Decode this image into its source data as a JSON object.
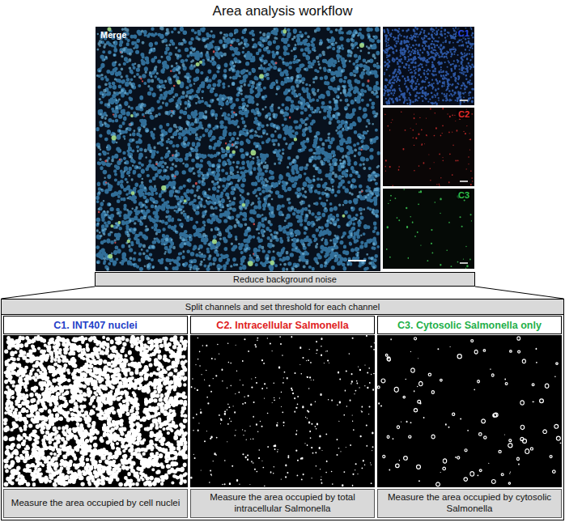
{
  "diagram": {
    "title": "Area analysis workflow",
    "nodes": [
      {
        "text": [
          "Merge"
        ]
      },
      {
        "text": [
          "C1"
        ]
      },
      {
        "text": [
          "C2"
        ]
      },
      {
        "text": [
          "C3"
        ]
      },
      {
        "text": [
          "Reduce background noise"
        ]
      },
      {
        "text": [
          "Split channels and set threshold for each channel"
        ]
      },
      {
        "text": [
          "C1. INT407 nuclei"
        ],
        "in": 5
      },
      {
        "text": [
          "C2. Intracellular Salmonella"
        ],
        "in": 5
      },
      {
        "text": [
          "C3. Cytosolic Salmonella only"
        ],
        "in": 5
      },
      {
        "text": [
          "Measure the area occupied by cell nuclei"
        ],
        "in": 5
      },
      {
        "text": [
          "Measure the area occupied by total intracellular Salmonella"
        ],
        "in": 5
      },
      {
        "text": [
          "Measure the area occupied by cytosolic Salmonella"
        ],
        "in": 5
      }
    ],
    "edges": [
      {
        "from": 4,
        "to": 5,
        "arrow": "none"
      }
    ]
  }
}
